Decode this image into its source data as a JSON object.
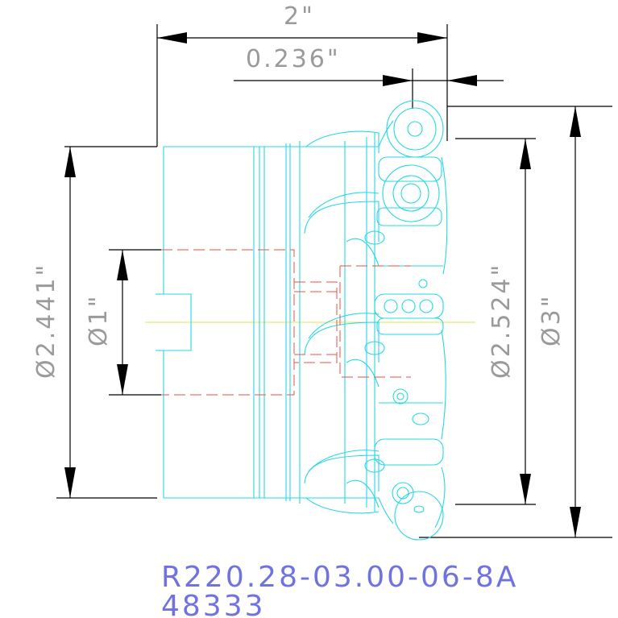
{
  "dimensions": {
    "overall_length": "2\"",
    "insert_offset": "0.236\"",
    "body_diameter": "Ø2.441\"",
    "bore_diameter": "Ø1\"",
    "cutting_diameter_inner": "Ø2.524\"",
    "cutting_diameter_outer": "Ø3\""
  },
  "part_number": "R220.28-03.00-06-8A",
  "item_number": "48333",
  "colors": {
    "dimension_text": "#9a9a9a",
    "outline": "#25d8e6",
    "hidden_lines": "#e8524a",
    "centerline": "#e6e44a",
    "title": "#6f72e0"
  }
}
